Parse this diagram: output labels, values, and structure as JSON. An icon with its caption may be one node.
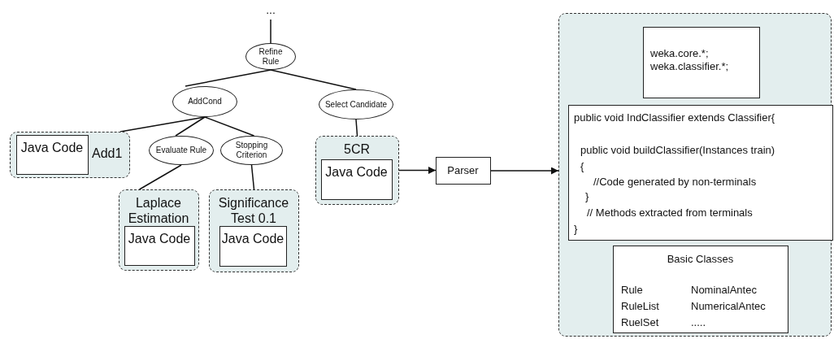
{
  "diagram": {
    "nodes": [
      {
        "text": [
          "..."
        ]
      },
      {
        "text": [
          "Refine Rule"
        ]
      },
      {
        "text": [
          "AddCond"
        ]
      },
      {
        "text": [
          "Select Candidate"
        ]
      },
      {
        "text": [
          "Add1"
        ]
      },
      {
        "text": [
          "Java Code"
        ],
        "in": 4
      },
      {
        "text": [
          "Evaluate Rule"
        ]
      },
      {
        "text": [
          "Stopping Criterion"
        ]
      },
      {
        "text": [
          "Laplace Estimation"
        ]
      },
      {
        "text": [
          "Java Code"
        ],
        "in": 8
      },
      {
        "text": [
          "Significance Test 0.1"
        ]
      },
      {
        "text": [
          "Java Code"
        ],
        "in": 10
      },
      {
        "text": [
          "5CR"
        ]
      },
      {
        "text": [
          "Java Code"
        ],
        "in": 12
      },
      {
        "text": [
          "Parser"
        ]
      },
      {
        "text": [],
        "shape": "box"
      },
      {
        "text": [
          "weka.core.*; weka.classifier.*;"
        ],
        "in": 15
      },
      {
        "text": [
          "public void IndClassifier extends Classifier{",
          "public void buildClassifier(Instances train)",
          "{",
          "//Code generated by non-terminals",
          "}",
          "// Methods extracted from terminals",
          "}"
        ],
        "in": 15
      },
      {
        "text": [
          "Basic Classes",
          "Rule",
          "NominalAntec",
          "RuleList",
          "NumericalAntec",
          "RuelSet",
          "....."
        ],
        "in": 15
      }
    ],
    "edges": [
      {
        "from": 0,
        "to": 1,
        "arrow": "none"
      },
      {
        "from": 1,
        "to": 2,
        "arrow": "none"
      },
      {
        "from": 1,
        "to": 3,
        "arrow": "none"
      },
      {
        "from": 2,
        "to": 4,
        "arrow": "none"
      },
      {
        "from": 2,
        "to": 6,
        "arrow": "none"
      },
      {
        "from": 2,
        "to": 7,
        "arrow": "none"
      },
      {
        "from": 6,
        "to": 8,
        "arrow": "none"
      },
      {
        "from": 7,
        "to": 10,
        "arrow": "none"
      },
      {
        "from": 3,
        "to": 12,
        "arrow": "none"
      },
      {
        "from": 12,
        "to": 14,
        "arrow": "to"
      },
      {
        "from": 14,
        "to": 15,
        "arrow": "to"
      }
    ]
  }
}
